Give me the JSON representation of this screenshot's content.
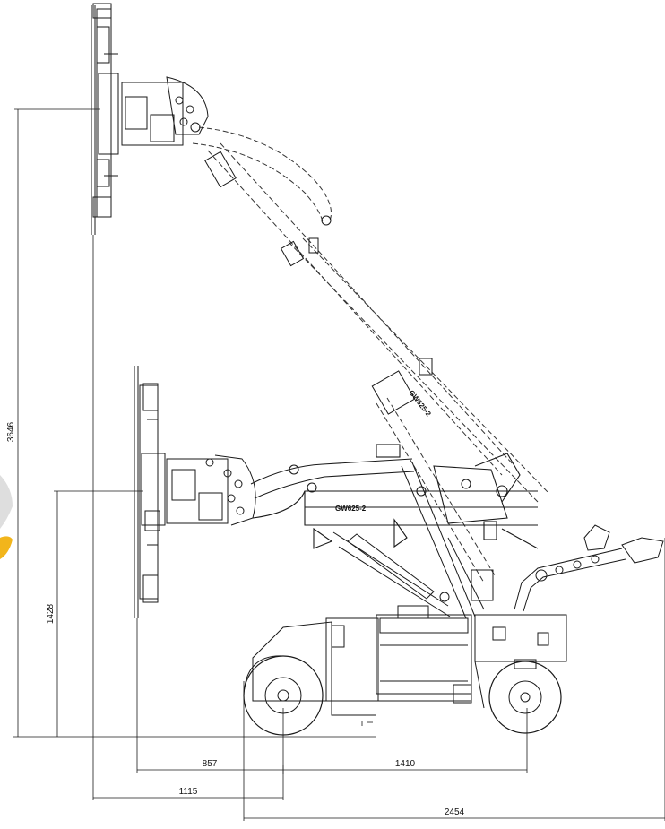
{
  "dimensions": {
    "overall_height": "3646",
    "lower_height": "1428",
    "front_to_axle": "857",
    "wheelbase": "1410",
    "rear_offset": "1115",
    "total_length": "2454"
  },
  "labels": {
    "boom_model": "GW625-2",
    "body_model": "GW625-2"
  },
  "colors": {
    "line": "#1a1a1a",
    "dash": "#333333",
    "accent": "#f2b51b",
    "ghost": "#d9d9d9"
  }
}
